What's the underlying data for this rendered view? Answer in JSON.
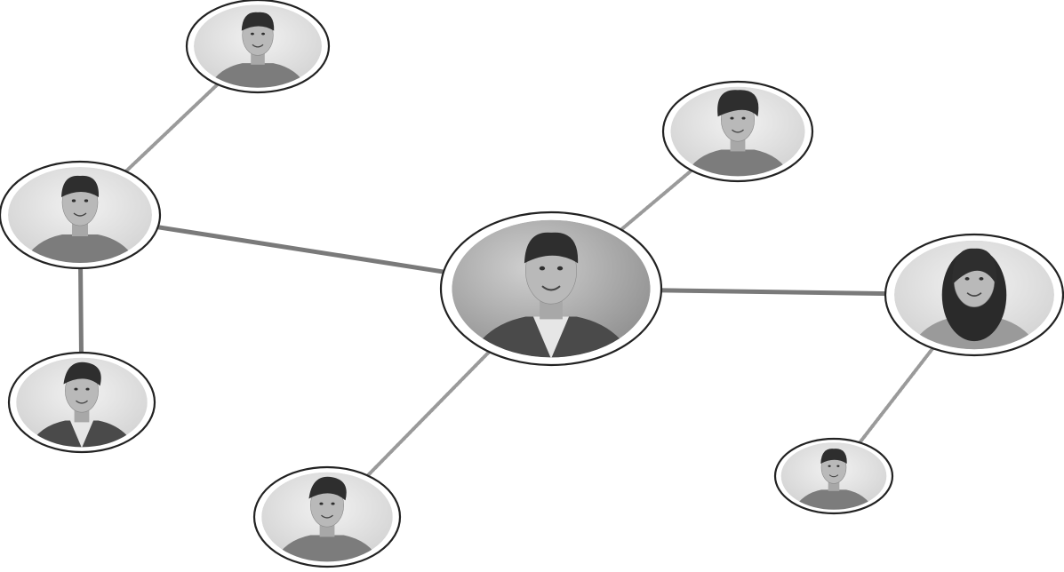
{
  "diagram": {
    "type": "social-network",
    "nodes": [
      {
        "id": "center",
        "role": "central-person",
        "hair": "short",
        "attire": "suit"
      },
      {
        "id": "top-left",
        "role": "contact",
        "hair": "short",
        "attire": "shirt"
      },
      {
        "id": "mid-left",
        "role": "contact",
        "hair": "short",
        "attire": "shirt"
      },
      {
        "id": "lower-left",
        "role": "contact",
        "hair": "styled",
        "attire": "suit"
      },
      {
        "id": "bottom-center",
        "role": "contact",
        "hair": "styled",
        "attire": "shirt"
      },
      {
        "id": "top-right",
        "role": "contact",
        "hair": "curly",
        "attire": "shirt"
      },
      {
        "id": "right",
        "role": "contact",
        "hair": "long",
        "attire": "top"
      },
      {
        "id": "bottom-right",
        "role": "contact",
        "hair": "short",
        "attire": "shirt"
      }
    ],
    "links": [
      {
        "from": "center",
        "to": "mid-left",
        "style": "solid"
      },
      {
        "from": "center",
        "to": "top-right",
        "style": "dashed"
      },
      {
        "from": "center",
        "to": "right",
        "style": "solid"
      },
      {
        "from": "center",
        "to": "bottom-center",
        "style": "dashed"
      },
      {
        "from": "mid-left",
        "to": "top-left",
        "style": "dashed"
      },
      {
        "from": "mid-left",
        "to": "lower-left",
        "style": "solid"
      },
      {
        "from": "right",
        "to": "bottom-right",
        "style": "dashed"
      }
    ],
    "colors": {
      "background": "#ffffff",
      "ring": "#222222",
      "link": "#7a7a7a",
      "photo_tone": "grayscale"
    }
  }
}
